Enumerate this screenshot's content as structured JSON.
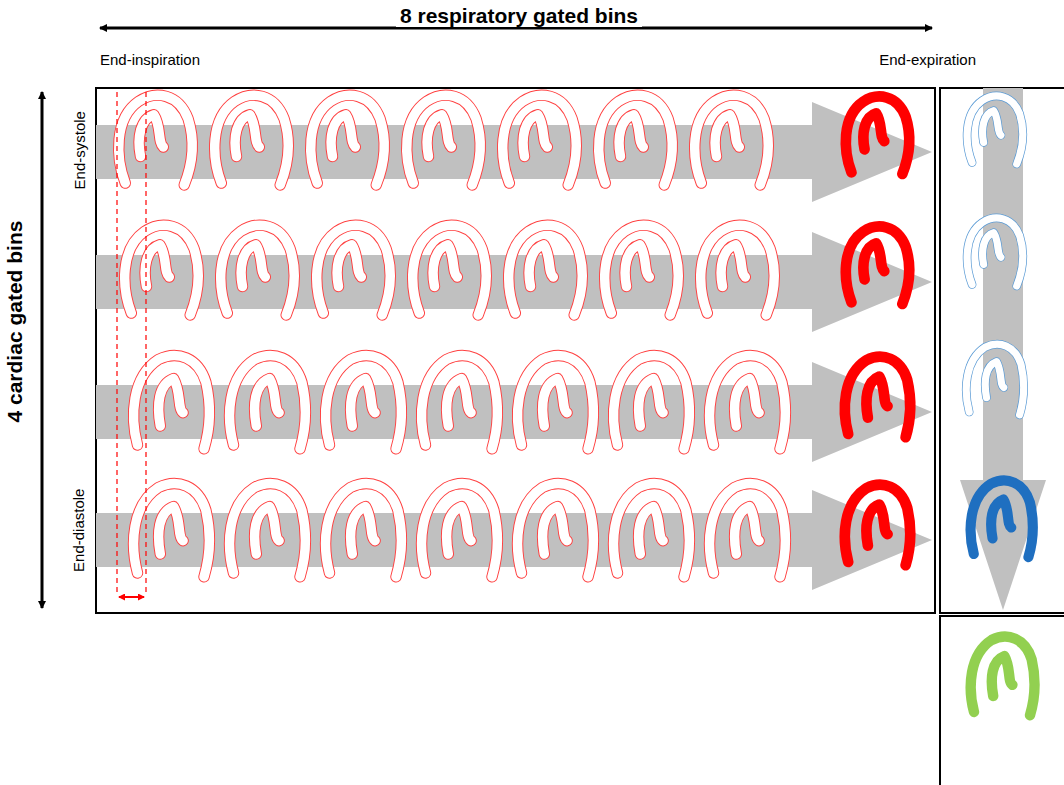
{
  "diagram": {
    "labels": [
      "8 respiratory gated bins",
      "End-inspiration",
      "End-expiration",
      "4 cardiac gated bins",
      "End-systole",
      "End-diastole"
    ]
  }
}
